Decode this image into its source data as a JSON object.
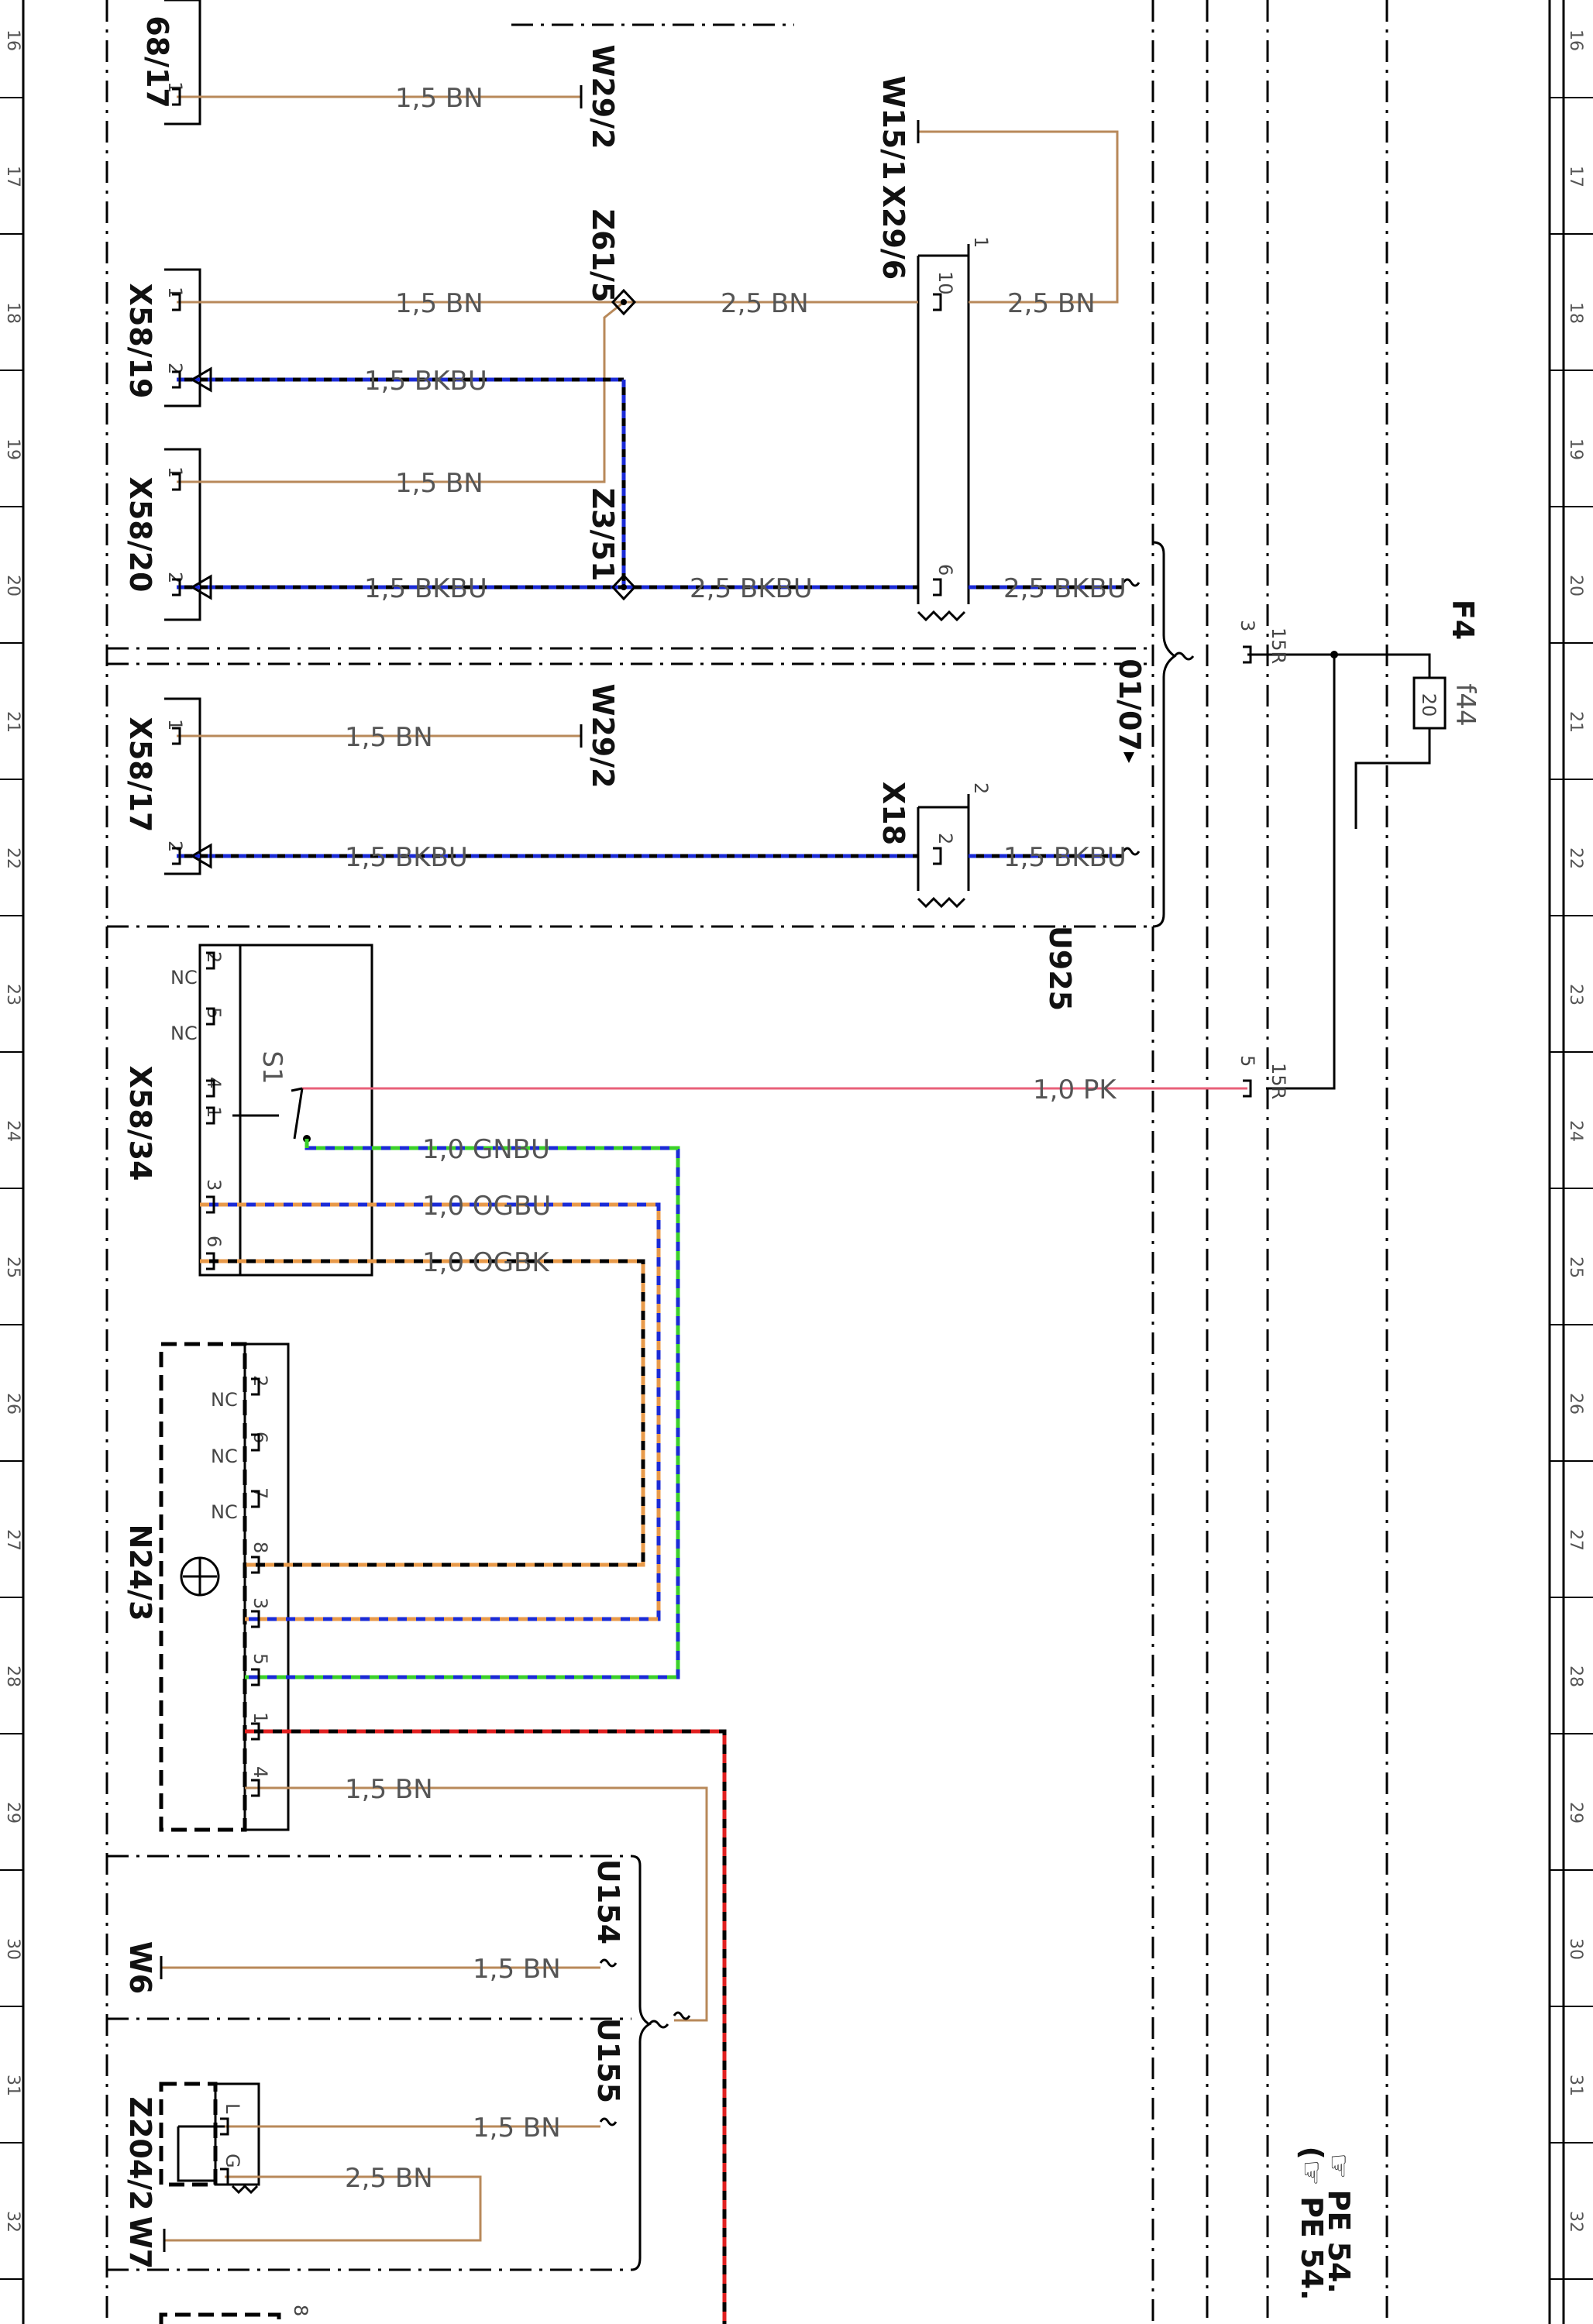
{
  "grid_numbers": [
    "16",
    "17",
    "18",
    "19",
    "20",
    "21",
    "22",
    "23",
    "24",
    "25",
    "26",
    "27",
    "28",
    "29",
    "30",
    "31",
    "32"
  ],
  "components": {
    "x58_17_top": "68/17",
    "x58_19": "X58/19",
    "x58_20": "X58/20",
    "x58_17": "X58/17",
    "x58_34": "X58/34",
    "n24_3": "N24/3",
    "w29_2_a": "W29/2",
    "w29_2_b": "W29/2",
    "w15_1": "W15/1",
    "x29_6": "X29/6",
    "z61_5": "Z61/5",
    "z3_51": "Z3/51",
    "x18": "X18",
    "u925": "U925",
    "u154": "U154",
    "u155": "U155",
    "w6": "W6",
    "z204_2": "Z204/2",
    "w7": "W7",
    "f4": "F4",
    "f44": "f44",
    "fuse_rating": "20",
    "s1": "S1",
    "ref_0107": "01/07",
    "pe_ref_1": "☞ PE 54.",
    "pe_ref_2": "(☞ PE 54."
  },
  "wire_labels": {
    "w16": "1,5 BN",
    "w17a": "1,5 BN",
    "w17b": "2,5 BN",
    "w17c": "2,5 BN",
    "w18": "1,5 BKBU",
    "w19": "1,5 BN",
    "w20a": "1,5 BKBU",
    "w20b": "2,5 BKBU",
    "w20c": "2,5 BKBU",
    "w21": "1,5 BN",
    "w22a": "1,5 BKBU",
    "w22b": "1,5 BKBU",
    "w23": "1,0 PK",
    "w24a": "1,0 GNBU",
    "w24b": "1,0 OGBU",
    "w24c": "1,0 OGBK",
    "w28": "1,5 BN",
    "w30": "1,5 BN",
    "w31a": "1,5 BN",
    "w31b": "2,5 BN"
  },
  "pins": {
    "p16": "1",
    "p17": "1",
    "p18": "2",
    "p19": "1",
    "p20": "2",
    "p21a": "1",
    "p21b": "2",
    "x29_pin10": "10",
    "x29_pin6": "6",
    "x29_count": "1",
    "x18_pin2": "2",
    "x18_count": "2",
    "s_pin2": "2",
    "s_pin5": "5",
    "s_pin4": "4",
    "s_pin1": "1",
    "s_pin3": "3",
    "s_pin6": "6",
    "n_pin2": "2",
    "n_pin6": "6",
    "n_pin7": "7",
    "n_pin8": "8",
    "n_pin3": "3",
    "n_pin5": "5",
    "n_pin1": "1",
    "n_pin4": "4",
    "nc": "NC",
    "z204_l": "L",
    "z204_g": "G",
    "f_pin3": "3",
    "f_pin5": "5",
    "t15r": "15R",
    "bottom_pin8": "8"
  }
}
